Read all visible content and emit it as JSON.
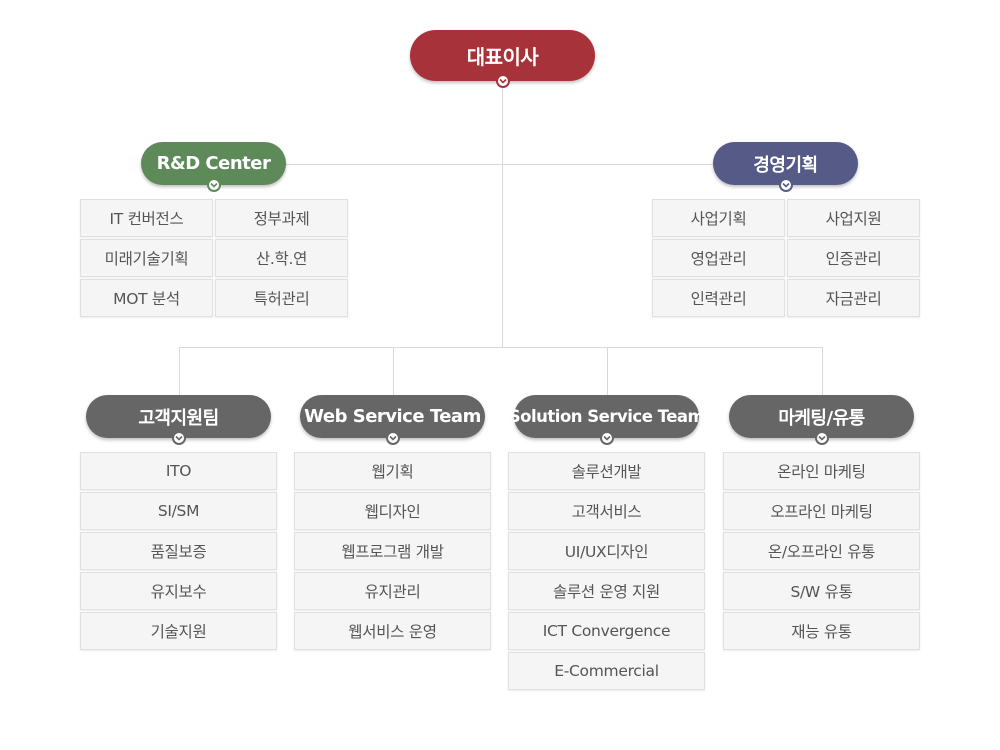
{
  "colors": {
    "ceo": "#a8323a",
    "rnd": "#5e8a5a",
    "mgmt": "#555a86",
    "team": "#666666",
    "line": "#d8d8d8",
    "box_bg": "#f5f5f5",
    "box_text": "#555555"
  },
  "ceo": {
    "label": "대표이사"
  },
  "rnd": {
    "label": "R&D Center",
    "items": [
      "IT 컨버전스",
      "정부과제",
      "미래기술기획",
      "산.학.연",
      "MOT 분석",
      "특허관리"
    ]
  },
  "mgmt": {
    "label": "경영기획",
    "items": [
      "사업기획",
      "사업지원",
      "영업관리",
      "인증관리",
      "인력관리",
      "자금관리"
    ]
  },
  "teams": [
    {
      "label": "고객지원팀",
      "items": [
        "ITO",
        "SI/SM",
        "품질보증",
        "유지보수",
        "기술지원"
      ]
    },
    {
      "label": "Web Service Team",
      "items": [
        "웹기획",
        "웹디자인",
        "웹프로그램 개발",
        "유지관리",
        "웹서비스 운영"
      ]
    },
    {
      "label": "Solution Service Team",
      "items": [
        "솔루션개발",
        "고객서비스",
        "UI/UX디자인",
        "솔루션 운영 지원",
        "ICT Convergence",
        "E-Commercial"
      ]
    },
    {
      "label": "마케팅/유통",
      "items": [
        "온라인 마케팅",
        "오프라인 마케팅",
        "온/오프라인 유통",
        "S/W 유통",
        "재능 유통"
      ]
    }
  ],
  "icons": {
    "toggle": "chevron-down-icon"
  }
}
